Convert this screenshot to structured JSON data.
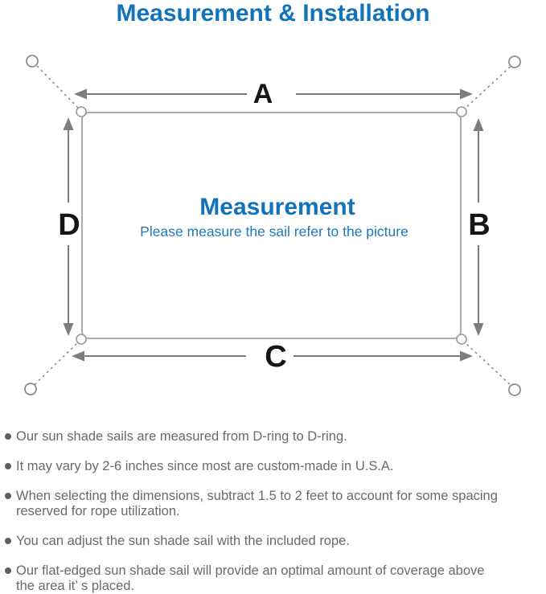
{
  "title": "Measurement & Installation",
  "diagram": {
    "center_heading": "Measurement",
    "center_subtitle": "Please measure the sail refer to the picture",
    "edge_labels": {
      "top": "A",
      "right": "B",
      "bottom": "C",
      "left": "D"
    },
    "colors": {
      "accent_blue": "#1173b9",
      "subtitle_blue": "#1d7abd",
      "line_gray": "#8c8c8c",
      "arrow_gray": "#7d7d7d",
      "label_dark": "#151515",
      "text_gray": "#6a6a6a"
    }
  },
  "notes": {
    "items": [
      "Our sun shade sails are measured from D-ring to D-ring.",
      "It may vary by 2-6 inches since most are custom-made in U.S.A.",
      "When selecting the dimensions, subtract 1.5 to 2 feet to account for some spacing\nreserved for rope utilization.",
      "You can adjust the sun shade sail with the included rope.",
      "Our flat-edged sun shade sail will provide an optimal amount of coverage above\nthe area it’ s placed."
    ]
  }
}
